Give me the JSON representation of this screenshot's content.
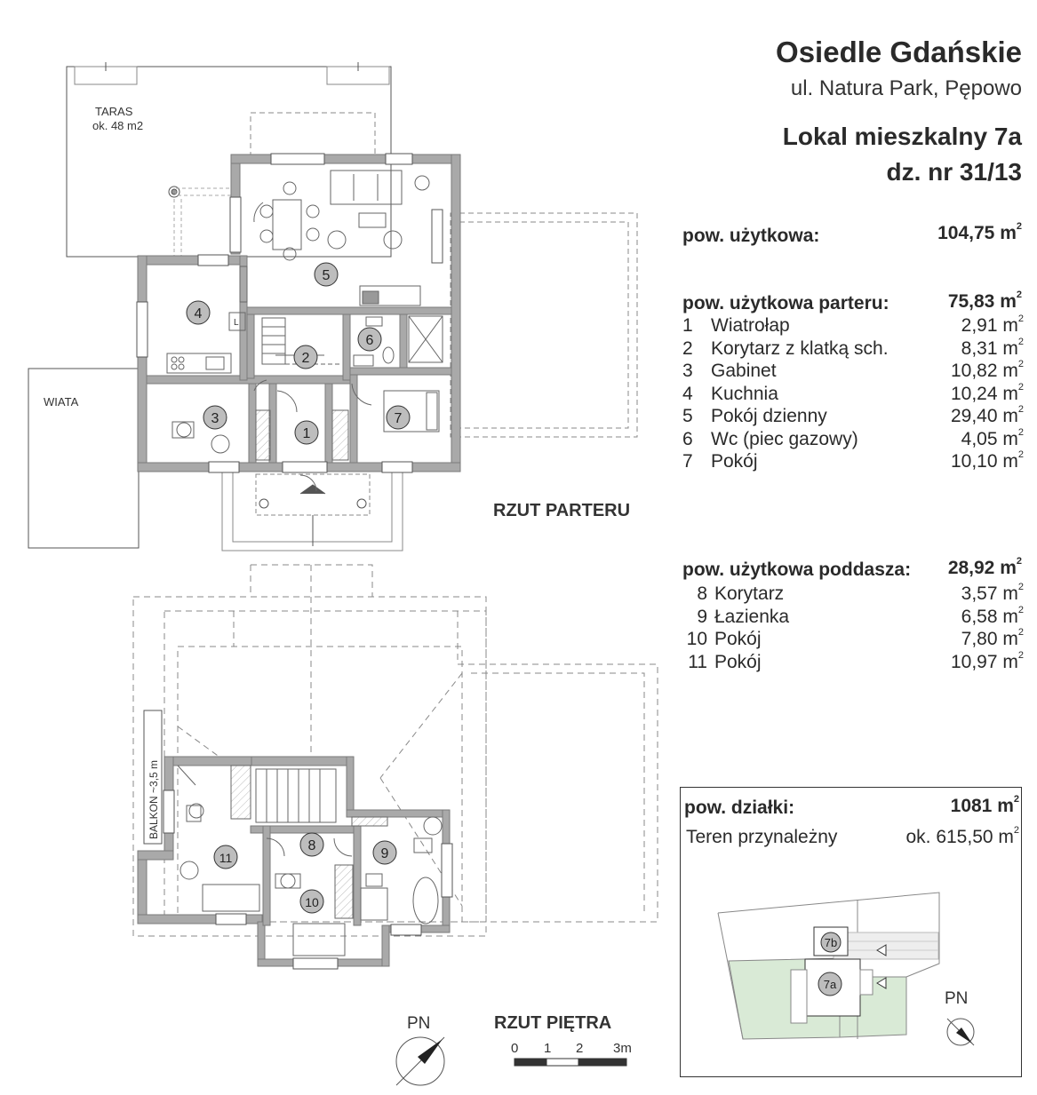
{
  "header": {
    "title": "Osiedle Gdańskie",
    "address": "ul. Natura Park, Pępowo",
    "unit": "Lokal mieszkalny 7a",
    "plot_no": "dz. nr 31/13"
  },
  "summary": {
    "usable_label": "pow. użytkowa:",
    "usable_value": "104,75 m",
    "ground_label": "pow. użytkowa parteru:",
    "ground_value": "75,83 m",
    "attic_label": "pow. użytkowa poddasza:",
    "attic_value": "28,92 m",
    "plot_label": "pow. działki:",
    "plot_value": "1081 m",
    "land_label": "Teren przynależny",
    "land_value": "ok. 615,50 m",
    "sq": "2"
  },
  "ground_rooms": [
    {
      "num": "1",
      "name": "Wiatrołap",
      "area": "2,91 m"
    },
    {
      "num": "2",
      "name": "Korytarz z klatką sch.",
      "area": "8,31 m"
    },
    {
      "num": "3",
      "name": "Gabinet",
      "area": "10,82 m"
    },
    {
      "num": "4",
      "name": "Kuchnia",
      "area": "10,24 m"
    },
    {
      "num": "5",
      "name": "Pokój dzienny",
      "area": "29,40 m"
    },
    {
      "num": "6",
      "name": "Wc (piec gazowy)",
      "area": "4,05 m"
    },
    {
      "num": "7",
      "name": "Pokój",
      "area": "10,10 m"
    }
  ],
  "attic_rooms": [
    {
      "num": "8",
      "name": "Korytarz",
      "area": "3,57 m"
    },
    {
      "num": "9",
      "name": "Łazienka",
      "area": "6,58 m"
    },
    {
      "num": "10",
      "name": "Pokój",
      "area": "7,80 m"
    },
    {
      "num": "11",
      "name": "Pokój",
      "area": "10,97 m"
    }
  ],
  "plan": {
    "terrace": "TARAS",
    "terrace_area": "ok. 48 m2",
    "carport": "WIATA",
    "ground_title": "RZUT PARTERU",
    "upper_title": "RZUT PIĘTRA",
    "balcony": "BALKON ~3,5 m",
    "north": "PN",
    "scale": [
      "0",
      "1",
      "2",
      "3m"
    ],
    "site_units": [
      "7b",
      "7a"
    ],
    "kitchen_mark": "L"
  },
  "colors": {
    "wall": "#a9a9a9",
    "plot_green": "#d9ead6",
    "line": "#555555"
  }
}
